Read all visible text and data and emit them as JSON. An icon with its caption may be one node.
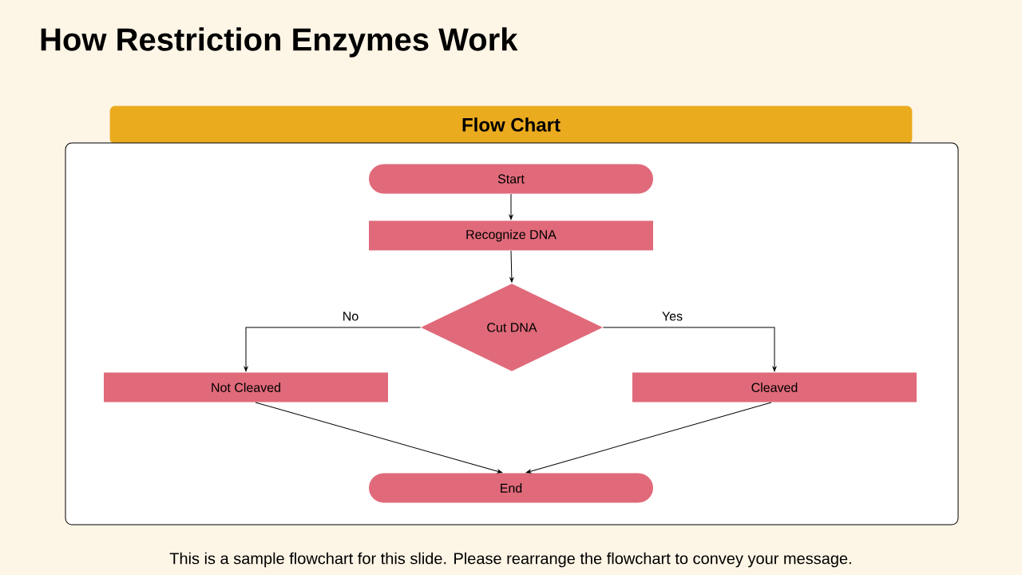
{
  "diagram": {
    "title": "How Restriction Enzymes Work",
    "caption": "This is a sample flowchart for this slide. Please rearrange the flowchart to convey your message.",
    "nodes": [
      {
        "text": [
          "Flow Chart"
        ]
      },
      {
        "text": [
          "Start"
        ],
        "in": 0
      },
      {
        "text": [
          "Recognize DNA"
        ],
        "in": 0
      },
      {
        "text": [
          "Cut DNA"
        ],
        "in": 0
      },
      {
        "text": [
          "Not Cleaved"
        ],
        "in": 0
      },
      {
        "text": [
          "Cleaved"
        ],
        "in": 0
      },
      {
        "text": [
          "End"
        ],
        "in": 0
      }
    ],
    "edges": [
      {
        "from": 1,
        "to": 2,
        "arrow": "to"
      },
      {
        "from": 2,
        "to": 3,
        "arrow": "to"
      },
      {
        "from": 3,
        "to": 4,
        "arrow": "to",
        "label": "No"
      },
      {
        "from": 3,
        "to": 5,
        "arrow": "to",
        "label": "Yes"
      },
      {
        "from": 4,
        "to": 6,
        "arrow": "to"
      },
      {
        "from": 5,
        "to": 6,
        "arrow": "to"
      }
    ]
  }
}
